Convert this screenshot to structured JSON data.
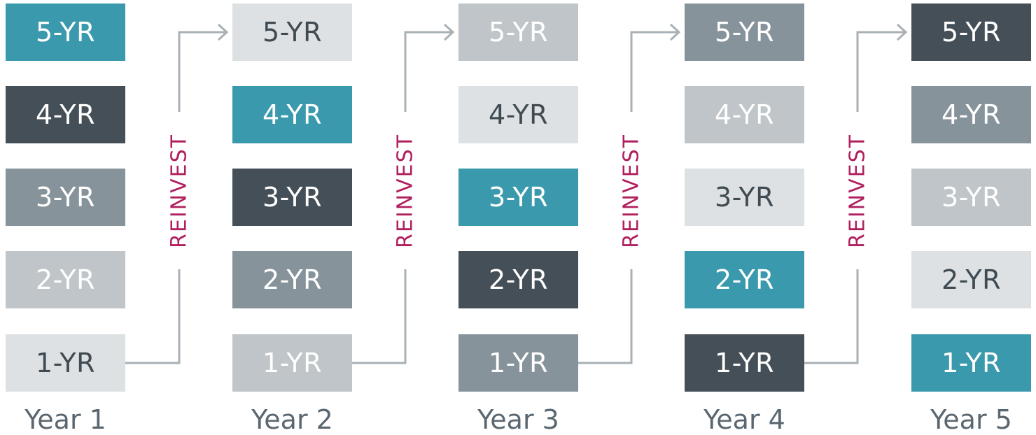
{
  "colors": {
    "teal": "#3a99ad",
    "charcoal": "#454f57",
    "gray": "#87939a",
    "silver": "#bfc5c8",
    "pale": "#dde1e3",
    "light_text": "#ffffff",
    "dark_text": "#3f4a52",
    "arrow": "#a9b1b6",
    "reinvest_text": "#b0205e",
    "year_text": "#5b6770"
  },
  "reinvest_label": "REINVEST",
  "columns": [
    {
      "year_label": "Year 1",
      "rungs": [
        {
          "label": "5-YR",
          "shade": "teal",
          "text": "light_text"
        },
        {
          "label": "4-YR",
          "shade": "charcoal",
          "text": "light_text"
        },
        {
          "label": "3-YR",
          "shade": "gray",
          "text": "light_text"
        },
        {
          "label": "2-YR",
          "shade": "silver",
          "text": "light_text"
        },
        {
          "label": "1-YR",
          "shade": "pale",
          "text": "dark_text"
        }
      ]
    },
    {
      "year_label": "Year 2",
      "rungs": [
        {
          "label": "5-YR",
          "shade": "pale",
          "text": "dark_text"
        },
        {
          "label": "4-YR",
          "shade": "teal",
          "text": "light_text"
        },
        {
          "label": "3-YR",
          "shade": "charcoal",
          "text": "light_text"
        },
        {
          "label": "2-YR",
          "shade": "gray",
          "text": "light_text"
        },
        {
          "label": "1-YR",
          "shade": "silver",
          "text": "light_text"
        }
      ]
    },
    {
      "year_label": "Year 3",
      "rungs": [
        {
          "label": "5-YR",
          "shade": "silver",
          "text": "light_text"
        },
        {
          "label": "4-YR",
          "shade": "pale",
          "text": "dark_text"
        },
        {
          "label": "3-YR",
          "shade": "teal",
          "text": "light_text"
        },
        {
          "label": "2-YR",
          "shade": "charcoal",
          "text": "light_text"
        },
        {
          "label": "1-YR",
          "shade": "gray",
          "text": "light_text"
        }
      ]
    },
    {
      "year_label": "Year 4",
      "rungs": [
        {
          "label": "5-YR",
          "shade": "gray",
          "text": "light_text"
        },
        {
          "label": "4-YR",
          "shade": "silver",
          "text": "light_text"
        },
        {
          "label": "3-YR",
          "shade": "pale",
          "text": "dark_text"
        },
        {
          "label": "2-YR",
          "shade": "teal",
          "text": "light_text"
        },
        {
          "label": "1-YR",
          "shade": "charcoal",
          "text": "light_text"
        }
      ]
    },
    {
      "year_label": "Year 5",
      "rungs": [
        {
          "label": "5-YR",
          "shade": "charcoal",
          "text": "light_text"
        },
        {
          "label": "4-YR",
          "shade": "gray",
          "text": "light_text"
        },
        {
          "label": "3-YR",
          "shade": "silver",
          "text": "light_text"
        },
        {
          "label": "2-YR",
          "shade": "pale",
          "text": "dark_text"
        },
        {
          "label": "1-YR",
          "shade": "teal",
          "text": "light_text"
        }
      ]
    }
  ]
}
